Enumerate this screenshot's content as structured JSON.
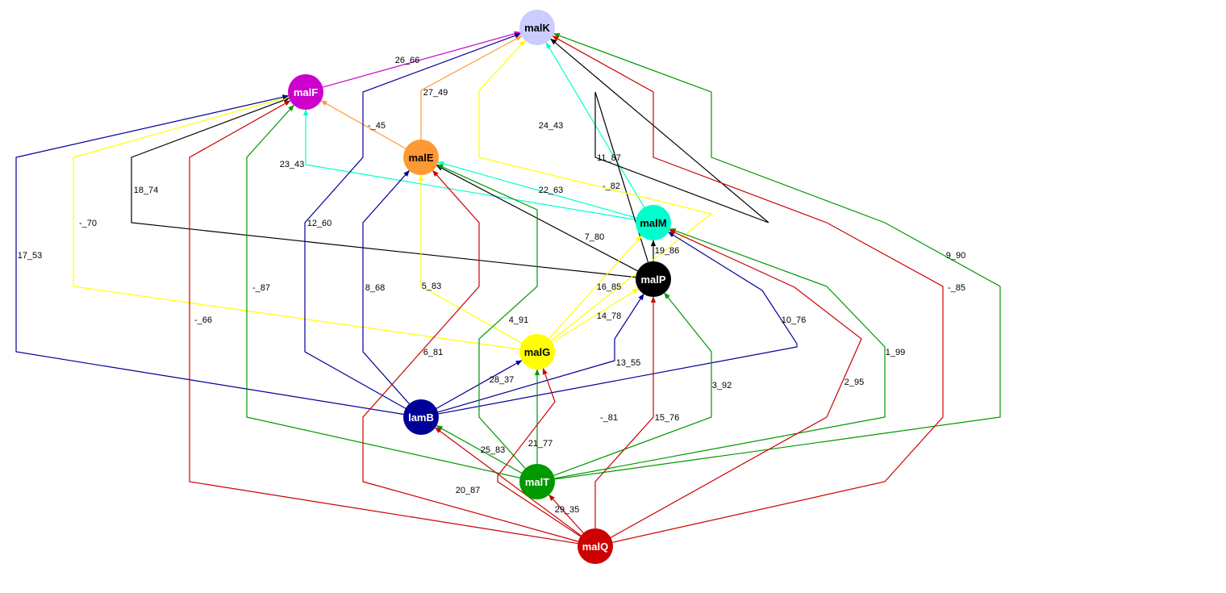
{
  "nodes": [
    {
      "id": "malK",
      "label": "malK",
      "fill": "#ccccff",
      "text_color": "#000000"
    },
    {
      "id": "malF",
      "label": "malF",
      "fill": "#cc00cc",
      "text_color": "#ffffff"
    },
    {
      "id": "malE",
      "label": "malE",
      "fill": "#ff9933",
      "text_color": "#000000"
    },
    {
      "id": "malM",
      "label": "malM",
      "fill": "#00ffcc",
      "text_color": "#000000"
    },
    {
      "id": "malP",
      "label": "malP",
      "fill": "#000000",
      "text_color": "#ffffff"
    },
    {
      "id": "malG",
      "label": "malG",
      "fill": "#ffff00",
      "text_color": "#000000"
    },
    {
      "id": "lamB",
      "label": "lamB",
      "fill": "#000099",
      "text_color": "#ffffff"
    },
    {
      "id": "malT",
      "label": "malT",
      "fill": "#009900",
      "text_color": "#ffffff"
    },
    {
      "id": "malQ",
      "label": "malQ",
      "fill": "#cc0000",
      "text_color": "#ffffff"
    }
  ],
  "edges": [
    {
      "id": "e01",
      "from": "malF",
      "to": "malK",
      "label": "26_66",
      "color": "#cc00cc"
    },
    {
      "id": "e02",
      "from": "malE",
      "to": "malK",
      "label": "27_49",
      "color": "#ff9933"
    },
    {
      "id": "e03",
      "from": "malE",
      "to": "malF",
      "label": "-_45",
      "color": "#ff9933"
    },
    {
      "id": "e04",
      "from": "malM",
      "to": "malK",
      "label": "24_43",
      "color": "#00ffcc"
    },
    {
      "id": "e05",
      "from": "malM",
      "to": "malF",
      "label": "23_43",
      "color": "#00ffcc"
    },
    {
      "id": "e06",
      "from": "malM",
      "to": "malE",
      "label": "22_63",
      "color": "#00ffcc"
    },
    {
      "id": "e07",
      "from": "malP",
      "to": "malK",
      "label": "11_87",
      "color": "#000000"
    },
    {
      "id": "e08",
      "from": "malP",
      "to": "malF",
      "label": "18_74",
      "color": "#000000"
    },
    {
      "id": "e09",
      "from": "malP",
      "to": "malE",
      "label": "7_80",
      "color": "#000000"
    },
    {
      "id": "e10",
      "from": "malP",
      "to": "malM",
      "label": "19_86",
      "color": "#000000"
    },
    {
      "id": "e11",
      "from": "malG",
      "to": "malK",
      "label": "-_82",
      "color": "#ffff00"
    },
    {
      "id": "e12",
      "from": "malG",
      "to": "malF",
      "label": "-_70",
      "color": "#ffff00"
    },
    {
      "id": "e13",
      "from": "malG",
      "to": "malE",
      "label": "5_83",
      "color": "#ffff00"
    },
    {
      "id": "e14",
      "from": "malG",
      "to": "malM",
      "label": "16_85",
      "color": "#ffff00"
    },
    {
      "id": "e15",
      "from": "malG",
      "to": "malP",
      "label": "14_78",
      "color": "#ffff00"
    },
    {
      "id": "e16",
      "from": "lamB",
      "to": "malK",
      "label": "12_60",
      "color": "#000099"
    },
    {
      "id": "e17",
      "from": "lamB",
      "to": "malF",
      "label": "17_53",
      "color": "#000099"
    },
    {
      "id": "e18",
      "from": "lamB",
      "to": "malE",
      "label": "8_68",
      "color": "#000099"
    },
    {
      "id": "e19",
      "from": "lamB",
      "to": "malM",
      "label": "10_76",
      "color": "#000099"
    },
    {
      "id": "e20",
      "from": "lamB",
      "to": "malP",
      "label": "13_55",
      "color": "#000099"
    },
    {
      "id": "e21",
      "from": "lamB",
      "to": "malG",
      "label": "28_37",
      "color": "#000099"
    },
    {
      "id": "e22",
      "from": "malT",
      "to": "malK",
      "label": "9_90",
      "color": "#009900"
    },
    {
      "id": "e23",
      "from": "malT",
      "to": "malF",
      "label": "-_87",
      "color": "#009900"
    },
    {
      "id": "e24",
      "from": "malT",
      "to": "malE",
      "label": "4_91",
      "color": "#009900"
    },
    {
      "id": "e25",
      "from": "malT",
      "to": "malM",
      "label": "1_99",
      "color": "#009900"
    },
    {
      "id": "e26",
      "from": "malT",
      "to": "malP",
      "label": "3_92",
      "color": "#009900"
    },
    {
      "id": "e27",
      "from": "malT",
      "to": "malG",
      "label": "-_81",
      "color": "#009900"
    },
    {
      "id": "e28",
      "from": "malT",
      "to": "lamB",
      "label": "25_83",
      "color": "#009900"
    },
    {
      "id": "e29",
      "from": "malQ",
      "to": "malK",
      "label": "-_85",
      "color": "#cc0000"
    },
    {
      "id": "e30",
      "from": "malQ",
      "to": "malF",
      "label": "-_66",
      "color": "#cc0000"
    },
    {
      "id": "e31",
      "from": "malQ",
      "to": "malE",
      "label": "6_81",
      "color": "#cc0000"
    },
    {
      "id": "e32",
      "from": "malQ",
      "to": "malM",
      "label": "2_95",
      "color": "#cc0000"
    },
    {
      "id": "e33",
      "from": "malQ",
      "to": "malP",
      "label": "15_76",
      "color": "#cc0000"
    },
    {
      "id": "e34",
      "from": "malQ",
      "to": "malG",
      "label": "21_77",
      "color": "#cc0000"
    },
    {
      "id": "e35",
      "from": "malQ",
      "to": "lamB",
      "label": "20_87",
      "color": "#cc0000"
    },
    {
      "id": "e36",
      "from": "malQ",
      "to": "malT",
      "label": "29_35",
      "color": "#cc0000"
    }
  ]
}
